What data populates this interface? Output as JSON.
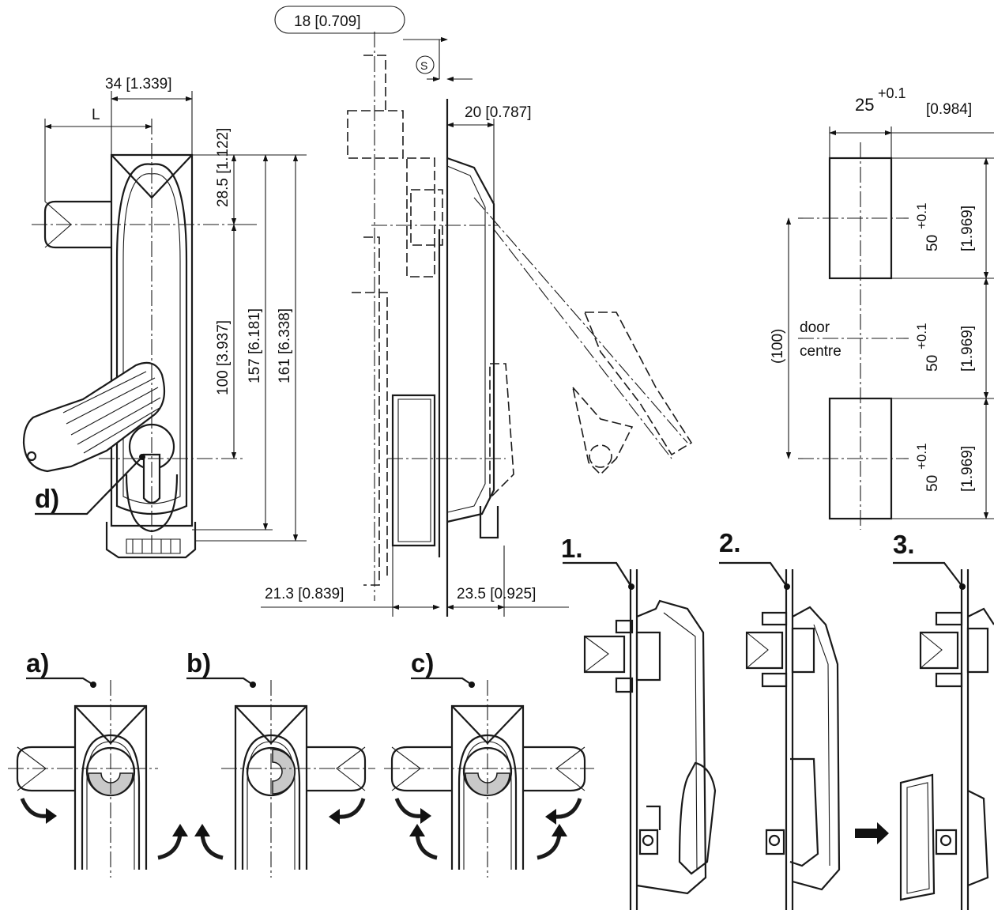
{
  "dimensions": {
    "d18": "18 [0.709]",
    "s": "S",
    "d34": "34 [1.339]",
    "L": "L",
    "d20": "20 [0.787]",
    "d28": "28.5 [1.122]",
    "d100": "100 [3.937]",
    "d157": "157 [6.181]",
    "d161": "161 [6.338]",
    "d21": "21.3 [0.839]",
    "d23": "23.5 [0.925]",
    "cut25": "25",
    "cut25tol": "+0.1",
    "cut25in": "[0.984]",
    "cut50": "50",
    "cut50tol": "+0.1",
    "cut50in": "[1.969]",
    "cut100": "(100)"
  },
  "door_label": {
    "line1": "door",
    "line2": "centre"
  },
  "labels": {
    "d": "d)",
    "a": "a)",
    "b": "b)",
    "c": "c)",
    "step1": "1.",
    "step2": "2.",
    "step3": "3."
  }
}
